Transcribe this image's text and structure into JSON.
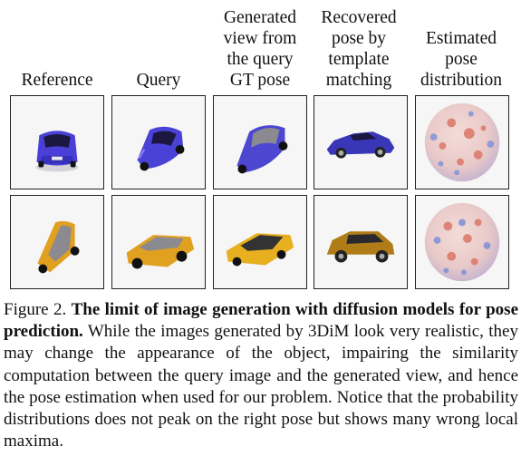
{
  "headers": {
    "reference": [
      "Reference"
    ],
    "query": [
      "Query"
    ],
    "generated": [
      "Generated",
      "view from",
      "the query",
      "GT pose"
    ],
    "recovered": [
      "Recovered",
      "pose by",
      "template",
      "matching"
    ],
    "estimated": [
      "Estimated",
      "pose",
      "distribution"
    ]
  },
  "rows": [
    {
      "object": "blue sports car",
      "cells": [
        "blue-car-rear-view",
        "blue-car-query-view",
        "blue-car-generated-view",
        "blue-car-matched-template",
        "pose-distribution-sphere"
      ]
    },
    {
      "object": "yellow suv",
      "cells": [
        "yellow-suv-top-view",
        "yellow-suv-query-view",
        "yellow-suv-generated-view",
        "yellow-suv-matched-template",
        "pose-distribution-sphere"
      ]
    }
  ],
  "caption": {
    "label": "Figure 2.",
    "bold": "The limit of image generation with diffusion models for pose prediction.",
    "text": "While the images generated by 3DiM look very realistic, they may change the appearance of the object, impairing the similarity computation between the query image and the generated view, and hence the pose estimation when used for our problem.  Notice that the probability distributions does not peak on the right pose but shows many wrong local maxima."
  }
}
